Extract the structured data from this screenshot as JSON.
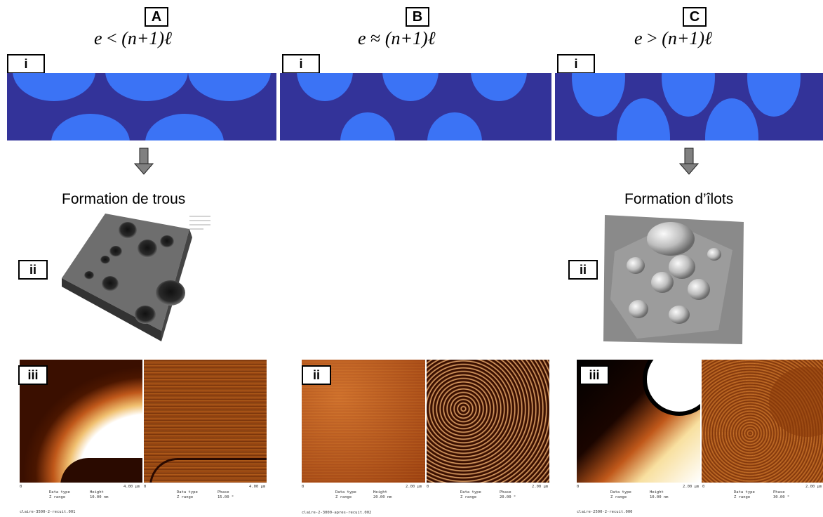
{
  "columns": [
    {
      "letter": "A",
      "formula_lhs": "e",
      "relation": "<",
      "formula_rhs": "(n+1)ℓ",
      "caption": "Formation de trous"
    },
    {
      "letter": "B",
      "formula_lhs": "e",
      "relation": "≈",
      "formula_rhs": "(n+1)ℓ",
      "caption": ""
    },
    {
      "letter": "C",
      "formula_lhs": "e",
      "relation": ">",
      "formula_rhs": "(n+1)ℓ",
      "caption": "Formation d’îlots"
    }
  ],
  "tags": {
    "i": "i",
    "ii": "ii",
    "iii": "iii"
  },
  "afm": [
    {
      "axis_start": "0",
      "size_left": "4.00 µm",
      "size_right": "4.00 µm",
      "left_meta_keys": "Data type\nZ range",
      "left_meta_vals": "Height\n10.00 nm",
      "right_meta_keys": "Data type\nZ range",
      "right_meta_vals": "Phase\n15.00 °",
      "filename": "claire-3500-2-recuit.001"
    },
    {
      "axis_start": "0",
      "size_left": "2.00 µm",
      "size_right": "2.00 µm",
      "left_meta_keys": "Data type\nZ range",
      "left_meta_vals": "Height\n20.00 nm",
      "right_meta_keys": "Data type\nZ range",
      "right_meta_vals": "Phase\n20.00 °",
      "filename": "claire-2-3000-apres-recuit.002"
    },
    {
      "axis_start": "0",
      "size_left": "2.00 µm",
      "size_right": "2.00 µm",
      "left_meta_keys": "Data type\nZ range",
      "left_meta_vals": "Height\n10.00 nm",
      "right_meta_keys": "Data type\nZ range",
      "right_meta_vals": "Phase\n30.00 °",
      "filename": "claire-2500-2-recuit.000"
    }
  ],
  "colors": {
    "film": "#333399",
    "droplet": "#3b73f5",
    "afm_dark": "#3a0f00",
    "afm_light": "#ffffff",
    "afm_mid": "#c0521a"
  }
}
